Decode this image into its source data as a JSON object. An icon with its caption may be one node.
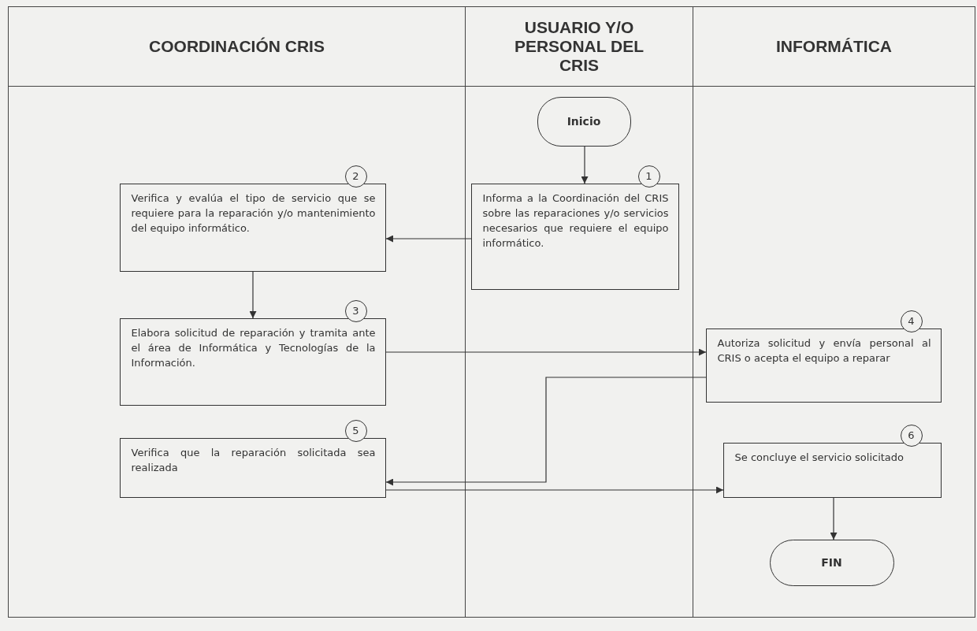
{
  "diagram": {
    "nodes": [
      {
        "text": [
          "COORDINACIÓN CRIS"
        ]
      },
      {
        "text": [
          "USUARIO Y/O PERSONAL DEL CRIS"
        ]
      },
      {
        "text": [
          "INFORMÁTICA"
        ]
      },
      {
        "text": [
          "Inicio"
        ],
        "in": 1
      },
      {
        "text": [
          "Informa a la Coordinación del CRIS sobre las reparaciones y/o servicios necesarios que requiere el equipo informático."
        ],
        "in": 1,
        "beside": [
          "1"
        ]
      },
      {
        "text": [
          "Verifica y evalúa el tipo de servicio que se requiere para la reparación y/o mantenimiento del equipo informático."
        ],
        "in": 0,
        "beside": [
          "2"
        ]
      },
      {
        "text": [
          "Elabora solicitud de reparación y tramita ante el área de Informática y Tecnologías de la Información."
        ],
        "in": 0,
        "beside": [
          "3"
        ]
      },
      {
        "text": [
          "Autoriza solicitud y envía personal al CRIS o acepta el equipo a reparar"
        ],
        "in": 2,
        "beside": [
          "4"
        ]
      },
      {
        "text": [
          "Verifica que la reparación solicitada sea realizada"
        ],
        "in": 0,
        "beside": [
          "5"
        ]
      },
      {
        "text": [
          "Se concluye el servicio solicitado"
        ],
        "in": 2,
        "beside": [
          "6"
        ]
      },
      {
        "text": [
          "FIN"
        ],
        "in": 2
      }
    ],
    "edges": [
      {
        "from": 3,
        "to": 4,
        "arrow": "to"
      },
      {
        "from": 4,
        "to": 5,
        "arrow": "to"
      },
      {
        "from": 5,
        "to": 6,
        "arrow": "to"
      },
      {
        "from": 6,
        "to": 7,
        "arrow": "to"
      },
      {
        "from": 7,
        "to": 8,
        "arrow": "to"
      },
      {
        "from": 8,
        "to": 9,
        "arrow": "to"
      },
      {
        "from": 9,
        "to": 10,
        "arrow": "to"
      }
    ]
  }
}
